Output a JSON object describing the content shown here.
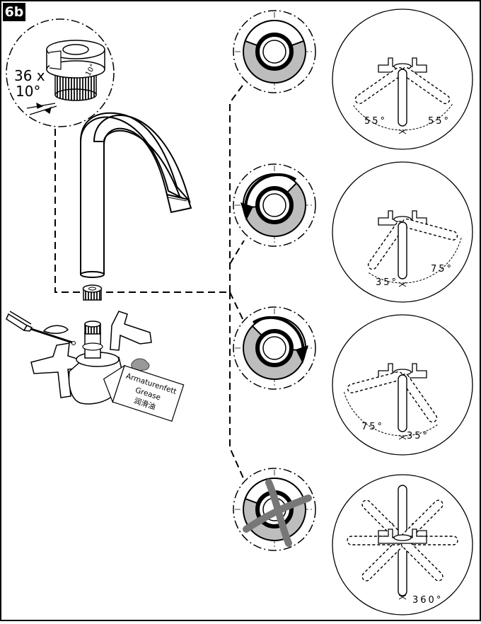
{
  "step": "6b",
  "detail_labels": {
    "spline": "36 x",
    "angle": "10°",
    "ring_mark": "10°"
  },
  "grease_tag": {
    "line1": "Armaturenfett",
    "line2": "Grease",
    "line3": "润滑油"
  },
  "rotation_angles": [
    {
      "left": "55°",
      "right": "55°"
    },
    {
      "left": "35°",
      "right": "75°"
    },
    {
      "left": "75°",
      "right": "35°"
    },
    {
      "full": "360°"
    }
  ]
}
